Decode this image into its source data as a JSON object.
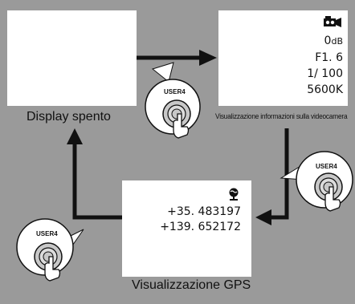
{
  "screens": {
    "off": {
      "label": "Display spento"
    },
    "info": {
      "label": "Visualizzazione informazioni sulla videocamera",
      "icon": "camera-icon",
      "gain": "0",
      "gain_unit": "dB",
      "aperture": "F1. 6",
      "shutter": "1/ 100",
      "white_balance": "5600K"
    },
    "gps": {
      "label": "Visualizzazione GPS",
      "icon": "globe-icon",
      "latitude": "+35. 483197",
      "longitude": "+139. 652172"
    }
  },
  "buttons": {
    "top": {
      "label": "USER4"
    },
    "right": {
      "label": "USER4"
    },
    "left": {
      "label": "USER4"
    }
  }
}
